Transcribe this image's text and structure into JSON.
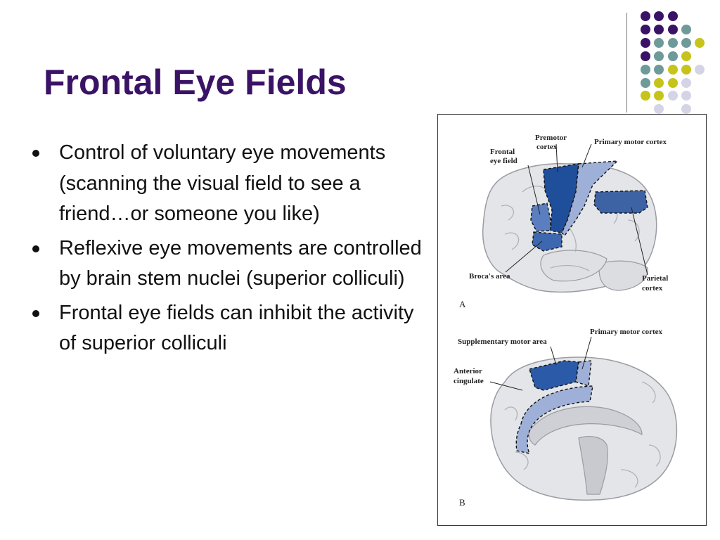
{
  "slide": {
    "title": "Frontal Eye Fields",
    "bullets": [
      "Control of voluntary eye movements (scanning the visual field to see a friend…or someone you like)",
      "Reflexive eye movements are controlled by brain stem nuclei (superior colliculi)",
      "Frontal eye fields can inhibit the activity of superior colliculi"
    ]
  },
  "figure": {
    "panel_a": {
      "letter": "A",
      "labels": {
        "premotor_1": "Premotor",
        "premotor_2": "cortex",
        "primary_motor": "Primary motor cortex",
        "frontal_1": "Frontal",
        "frontal_2": "eye field",
        "broca": "Broca's area",
        "parietal_1": "Parietal",
        "parietal_2": "cortex"
      }
    },
    "panel_b": {
      "letter": "B",
      "labels": {
        "primary_motor": "Primary motor cortex",
        "supplementary": "Supplementary motor area",
        "anterior_1": "Anterior",
        "anterior_2": "cingulate"
      }
    }
  },
  "colors": {
    "title": "#3b1366",
    "dot_purple": "#3b1366",
    "dot_teal": "#6f9a9a",
    "dot_yellow": "#c6c41a",
    "dot_lavender": "#d4d4e6",
    "region_dark_blue": "#1f4e9a",
    "region_medium_blue": "#5b7ec0",
    "region_light_blue": "#9fb0d8",
    "brain_gray": "#e4e5e8"
  }
}
